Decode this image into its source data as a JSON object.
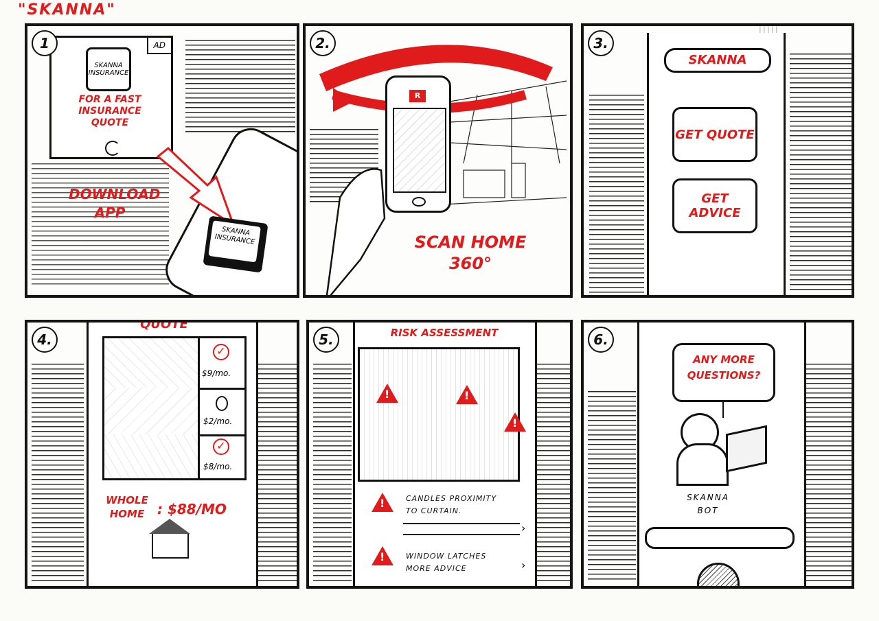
{
  "project_title": "\"SKANNA\"",
  "panels": [
    {
      "number": "1",
      "ad_badge": "AD",
      "logo_text": "SKANNA INSURANCE",
      "ad_caption": "FOR A FAST INSURANCE QUOTE",
      "caption": "DOWNLOAD APP",
      "app_icon_text": "SKANNA INSURANCE"
    },
    {
      "number": "2.",
      "screen_badge": "R",
      "caption_line1": "SCAN HOME",
      "caption_line2": "360°"
    },
    {
      "number": "3.",
      "app_header": "SKANNA",
      "button_quote": "GET QUOTE",
      "button_advice": "GET ADVICE"
    },
    {
      "number": "4.",
      "header": "QUOTE",
      "items": [
        {
          "price": "$9/mo.",
          "status": "checked"
        },
        {
          "price": "$2/mo.",
          "status": "unchecked"
        },
        {
          "price": "$8/mo.",
          "status": "checked"
        }
      ],
      "total_label": "WHOLE HOME",
      "total_value": ": $88/mo"
    },
    {
      "number": "5.",
      "header": "RISK ASSESSMENT",
      "risks": [
        {
          "line1": "CANDLES PROXIMITY",
          "line2": "TO CURTAIN."
        },
        {
          "line1": "WINDOW LATCHES",
          "line2": "MORE ADVICE"
        }
      ]
    },
    {
      "number": "6.",
      "bubble_text": "ANY MORE QUESTIONS?",
      "bot_name_line1": "SKANNA",
      "bot_name_line2": "BOT"
    }
  ],
  "colors": {
    "accent": "#e01b1b",
    "ink": "#141414",
    "paper": "#fdfdfb"
  },
  "icons": [
    "checkmark-icon",
    "circle-icon",
    "warning-icon",
    "chevron-right-icon",
    "house-icon",
    "refresh-icon",
    "home-button-icon"
  ]
}
